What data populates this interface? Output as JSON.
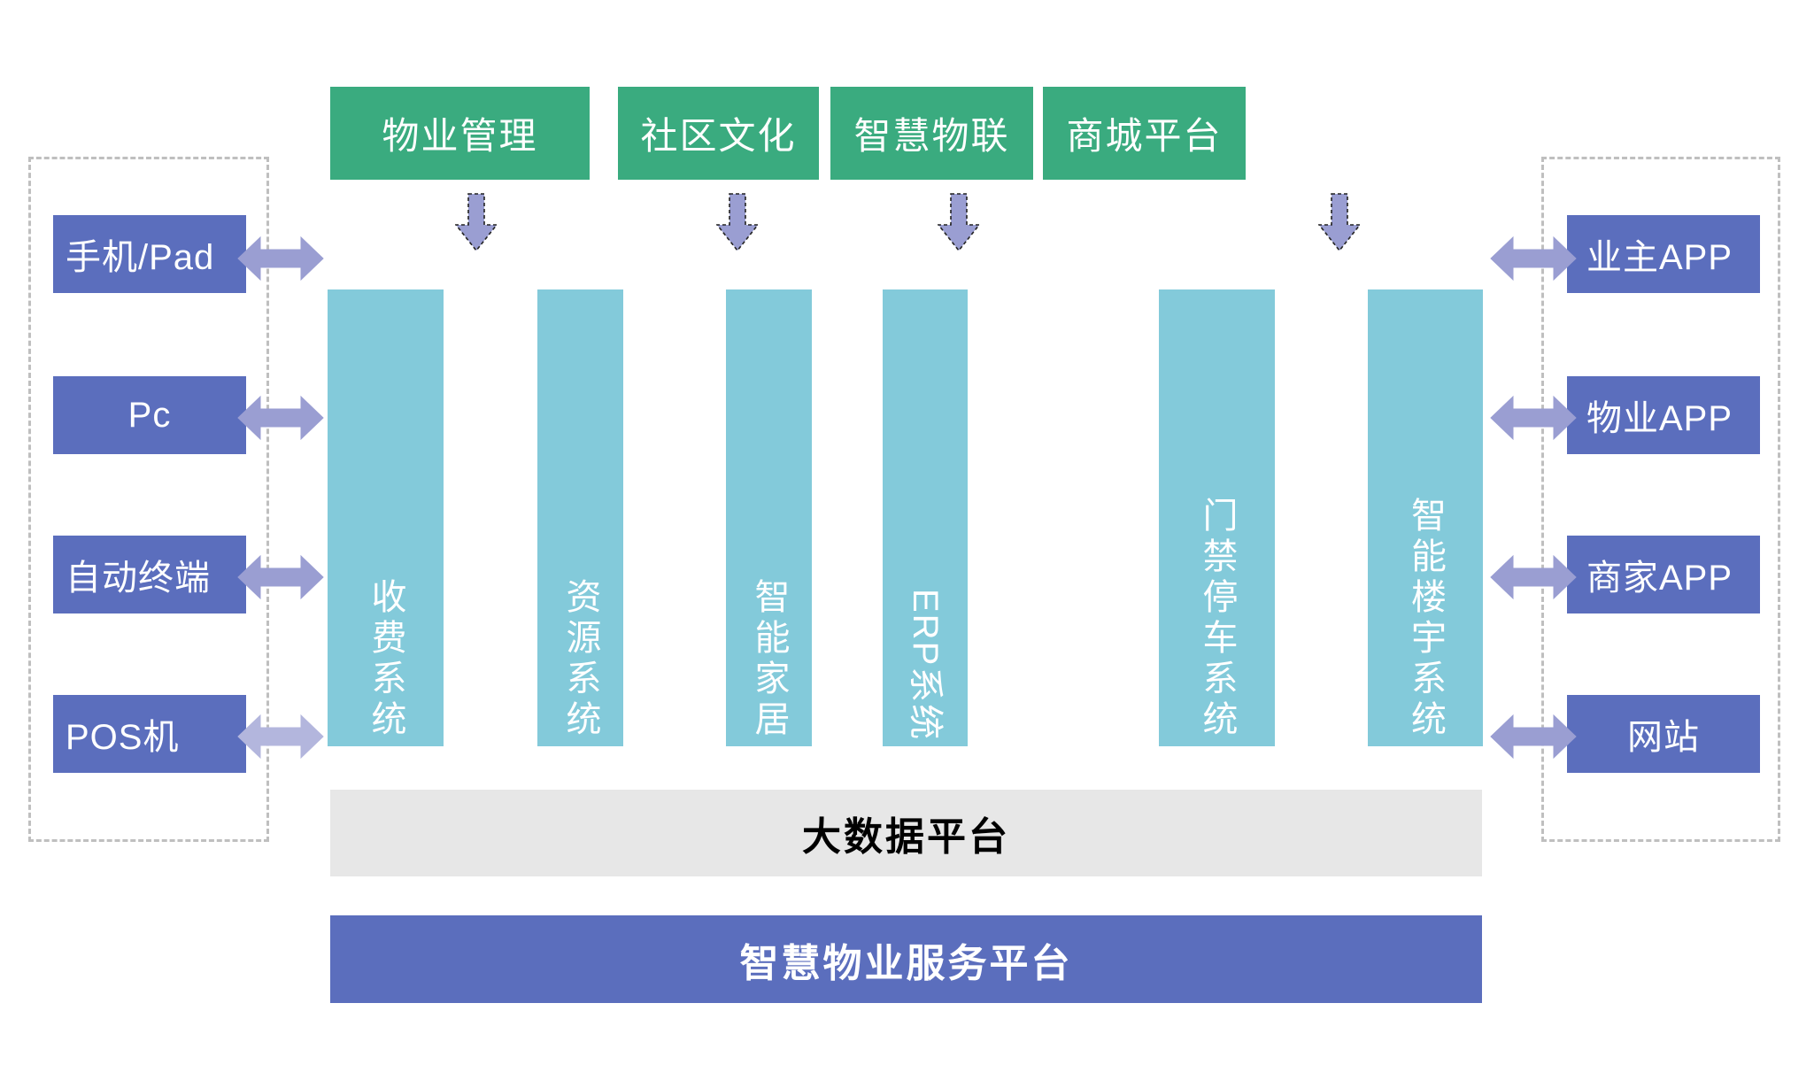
{
  "diagram": {
    "title_bottom": "智慧物业服务平台",
    "data_platform": "大数据平台",
    "colors": {
      "service_green": "#3aab7f",
      "pillar_teal": "#83cada",
      "chip_periwinkle": "#5b6ebd",
      "arrow_purple": "#9a9ed2",
      "gray_bar": "#e7e7e7",
      "dashed_border": "#bfbfbf",
      "text_white": "#ffffff",
      "text_black": "#000000"
    },
    "top_services": [
      {
        "label": "物业管理"
      },
      {
        "label": "社区文化"
      },
      {
        "label": "智慧物联"
      },
      {
        "label": "商城平台"
      }
    ],
    "down_arrows": [
      {
        "name": "down-arrow-property-management"
      },
      {
        "name": "down-arrow-community-culture"
      },
      {
        "name": "down-arrow-smart-iot"
      },
      {
        "name": "down-arrow-mall-platform"
      }
    ],
    "pillars": [
      {
        "label": "收费系统",
        "orientation": "vertical"
      },
      {
        "label": "资源系统",
        "orientation": "vertical"
      },
      {
        "label": "智能家居",
        "orientation": "vertical"
      },
      {
        "label": "ERP系统",
        "orientation": "vertical"
      },
      {
        "label": "门禁停车系统",
        "orientation": "vertical"
      },
      {
        "label": "智能楼宇系统",
        "orientation": "vertical"
      }
    ],
    "left_group": {
      "name": "client-terminals",
      "items": [
        {
          "label": "手机/Pad"
        },
        {
          "label": "Pc"
        },
        {
          "label": "自动终端"
        },
        {
          "label": "POS机"
        }
      ]
    },
    "right_group": {
      "name": "application-entries",
      "items": [
        {
          "label": "业主APP"
        },
        {
          "label": "物业APP"
        },
        {
          "label": "商家APP"
        },
        {
          "label": "网站"
        }
      ]
    },
    "left_arrows": [
      {
        "name": "bidirectional-arrow-phone-pad"
      },
      {
        "name": "bidirectional-arrow-pc"
      },
      {
        "name": "bidirectional-arrow-auto-terminal"
      },
      {
        "name": "bidirectional-arrow-pos"
      }
    ],
    "right_arrows": [
      {
        "name": "bidirectional-arrow-owner-app"
      },
      {
        "name": "bidirectional-arrow-property-app"
      },
      {
        "name": "bidirectional-arrow-merchant-app"
      },
      {
        "name": "bidirectional-arrow-website"
      }
    ]
  }
}
